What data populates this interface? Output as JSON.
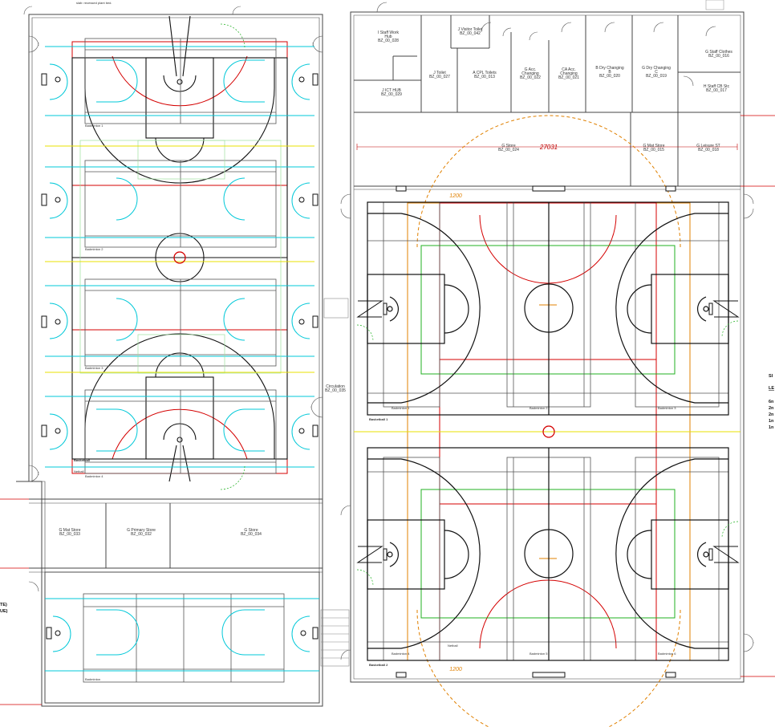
{
  "top_note": "slab: recessed plant bed.",
  "rooms": {
    "staff_work_hub": [
      "I Staff Work",
      "Hub",
      "BZ_00_028"
    ],
    "visitor_toilet": [
      "J Visitor Toilet",
      "BZ_00_042"
    ],
    "ict_hub": [
      "J ICT HUB",
      "BZ_00_029"
    ],
    "toilet": [
      "J Toilet",
      "BZ_00_027"
    ],
    "cpl_toilets": [
      "A CPL Toilets",
      "BZ_00_013"
    ],
    "acc_changing_g": [
      "G Acc.",
      "Changing",
      "BZ_00_022"
    ],
    "acc_changing_ca": [
      "CA Acc.",
      "Changing",
      "BZ_00_021"
    ],
    "dry_changing_b": [
      "B Dry Changing",
      "B",
      "BZ_00_020"
    ],
    "dry_changing_c": [
      "G Dry Changing",
      "C",
      "BZ_00_019"
    ],
    "staff_clothes": [
      "G Staff Clothes",
      "BZ_00_016"
    ],
    "staff_cb": [
      "H Staff CB Stc",
      "BZ_00_017"
    ],
    "g_store_top": [
      "G Store",
      "BZ_00_024"
    ],
    "mat_store_top": [
      "G Mat Store",
      "BZ_00_015"
    ],
    "leisure_st": [
      "G Leisure ST",
      "BZ_00_018"
    ],
    "circulation": [
      "Circulation",
      "BZ_00_035"
    ],
    "mat_store_low": [
      "G Mat Store",
      "BZ_00_033"
    ],
    "primary_store": [
      "G Primary Store",
      "BZ_00_032"
    ],
    "g_store_low": [
      "G Store",
      "BZ_00_034"
    ]
  },
  "court_labels": {
    "badminton": "Badminton",
    "badminton_1": "Badminton 1",
    "badminton_2": "Badminton 2",
    "badminton_3": "Badminton 3",
    "badminton_4": "Badminton 4",
    "badminton_5": "Badminton 5",
    "badminton_6": "Badminton 6",
    "basketball_1": "Basketball 1",
    "basketball_2": "Basketball 2",
    "basketball": "Basketball",
    "netball": "Netball"
  },
  "dimensions": {
    "width": "27031",
    "run_off_top": "1200",
    "run_off_bottom": "1200"
  },
  "side_legend": [
    "SI",
    "LE",
    "6n",
    "2n",
    "2n",
    "1n",
    "1n"
  ],
  "left_edge": [
    "TE)",
    "UE)"
  ],
  "colors": {
    "basketball": "#111111",
    "badminton": "#555555",
    "netball": "#d40000",
    "volleyball": "#e08000",
    "futsal": "#20b020",
    "cricket": "#00c8d8",
    "centre_line": "#e8e000"
  }
}
